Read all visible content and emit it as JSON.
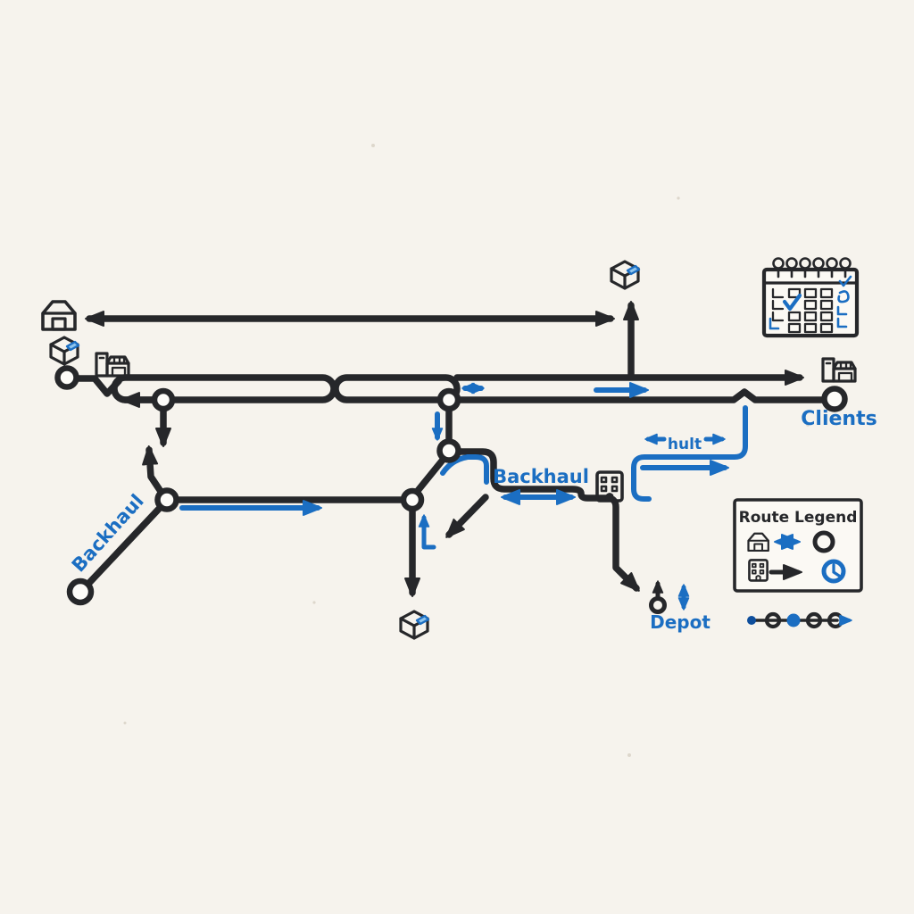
{
  "diagram": {
    "labels": {
      "backhaul_left": "Backhaul",
      "backhaul_mid": "Backhaul",
      "hub": "hult",
      "clients": "Clients",
      "depot": "Depot"
    },
    "legend": {
      "title": "Route Legend",
      "rows": [
        {
          "icon": "warehouse-icon",
          "connector": "blue-double-arrow",
          "symbol": "open-circle-node"
        },
        {
          "icon": "office-building-icon",
          "connector": "black-arrow",
          "symbol": "clock-icon"
        }
      ]
    },
    "icons": {
      "warehouse": "warehouse-icon",
      "package": "open-box-package-icon",
      "factory": "factory-building-icon",
      "office": "office-building-icon",
      "calendar": "spiral-calendar-icon",
      "clock": "clock-icon",
      "depot_pin": "circle-up-arrow-pin-icon"
    },
    "colors": {
      "paper": "#f6f3ed",
      "ink": "#26272a",
      "accent": "#1b6ec2",
      "accent_dark": "#0e4e9c",
      "accent_light": "#8ec4ec"
    }
  }
}
